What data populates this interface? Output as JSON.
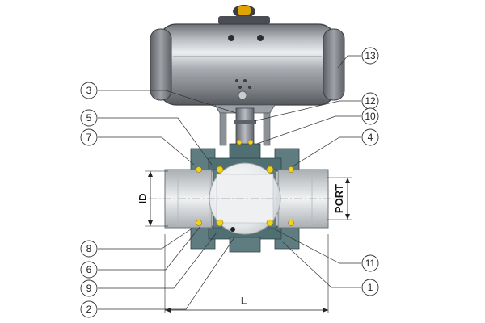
{
  "diagram": {
    "type": "pneumatic-ball-valve-cross-section",
    "callouts": [
      {
        "id": "c1",
        "label": "1"
      },
      {
        "id": "c2",
        "label": "2"
      },
      {
        "id": "c3",
        "label": "3"
      },
      {
        "id": "c4",
        "label": "4"
      },
      {
        "id": "c5",
        "label": "5"
      },
      {
        "id": "c6",
        "label": "6"
      },
      {
        "id": "c7",
        "label": "7"
      },
      {
        "id": "c8",
        "label": "8"
      },
      {
        "id": "c9",
        "label": "9"
      },
      {
        "id": "c10",
        "label": "10"
      },
      {
        "id": "c11",
        "label": "11"
      },
      {
        "id": "c12",
        "label": "12"
      },
      {
        "id": "c13",
        "label": "13"
      }
    ],
    "dimensions": {
      "id_label": "ID",
      "port_label": "PORT",
      "length_label": "L"
    },
    "colors": {
      "actuator": "#8e9196",
      "body": "#4f6f73",
      "pipe": "#cfd3d6",
      "seal": "#f2d21b",
      "stem": "#7a8088",
      "accent": "#e0a300"
    }
  }
}
